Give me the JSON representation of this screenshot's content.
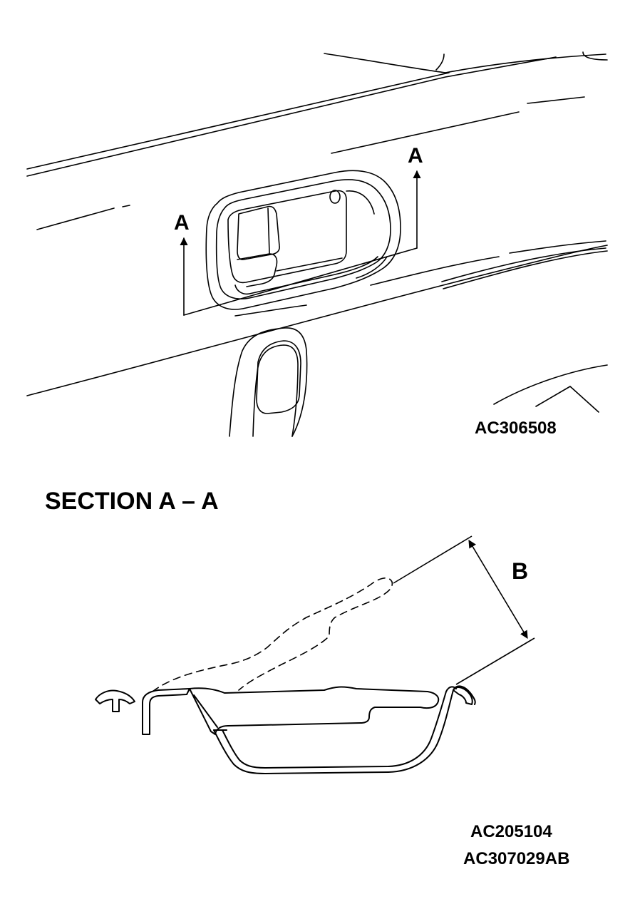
{
  "labels": {
    "section_marker_left": "A",
    "section_marker_right": "A",
    "dimension": "B",
    "section_title": "SECTION A – A",
    "figure_code_top": "AC306508",
    "figure_code_bottom_1": "AC205104",
    "figure_code_bottom_2": "AC307029AB"
  },
  "colors": {
    "ink": "#000000",
    "paper": "#ffffff"
  }
}
